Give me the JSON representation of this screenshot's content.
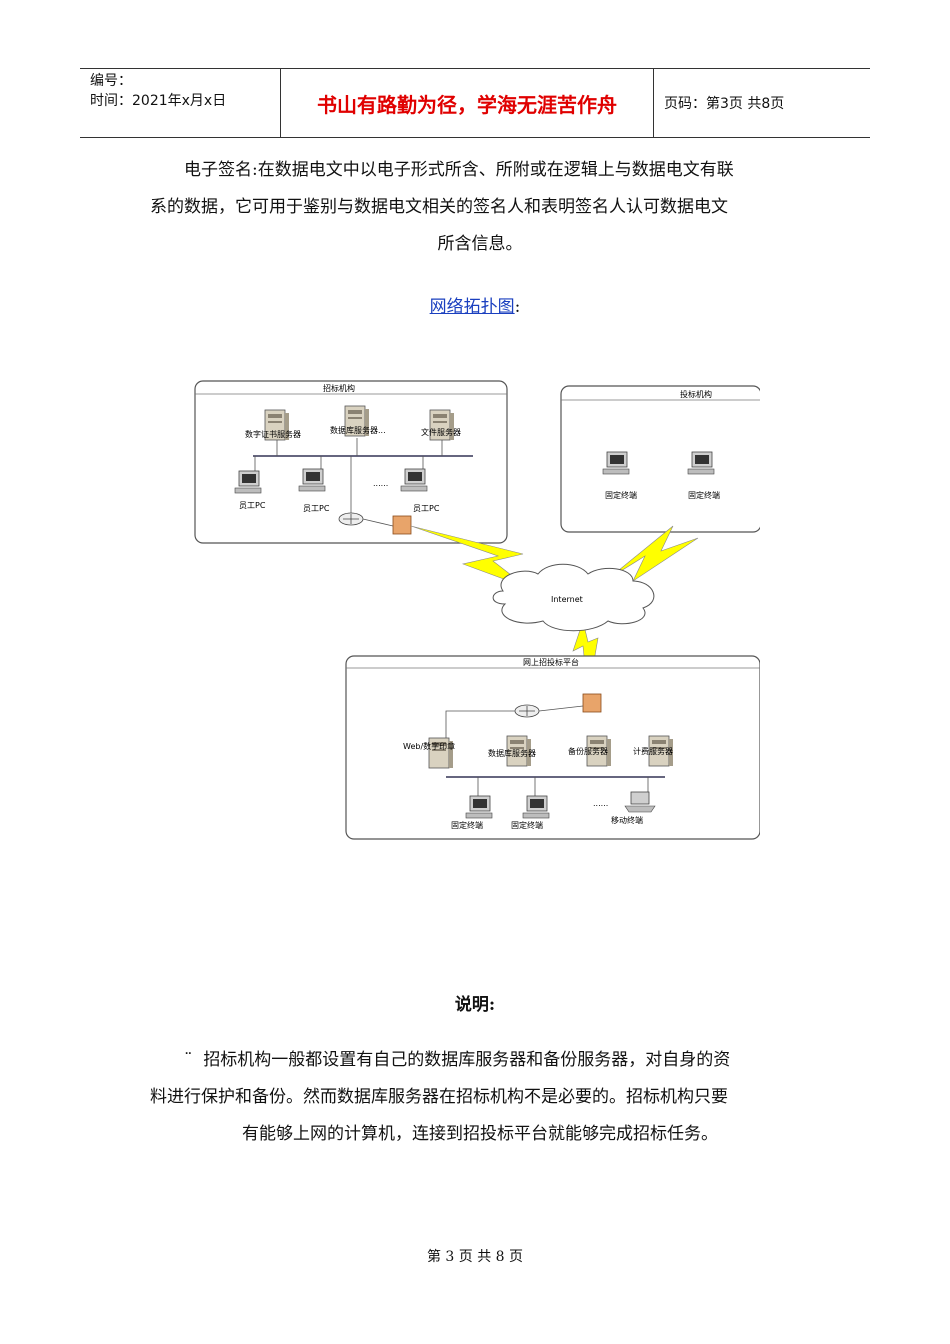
{
  "header": {
    "number_label": "编号：",
    "time_label": "时间：2021年x月x日",
    "motto": "书山有路勤为径，学海无涯苦作舟",
    "page_info": "页码：第3页  共8页"
  },
  "definition": {
    "line1": "电子签名:在数据电文中以电子形式所含、所附或在逻辑上与数据电文有联",
    "line2": "系的数据，它可用于鉴别与数据电文相关的签名人和表明签名人认可数据电文",
    "line3": "所含信息。"
  },
  "topology_title": "网络拓扑图",
  "topology_colon": ":",
  "diagram": {
    "tender_org": "招标机构",
    "bid_org": "投标机构",
    "platform": "网上招投标平台",
    "internet": "Internet",
    "server_digital_cert": "数字证书服务器",
    "server_db": "数据库服务器...",
    "server_file": "文件服务器",
    "staff_pc": "员工PC",
    "ellipsis": "......",
    "fixed_terminal": "固定终端",
    "mobile_terminal": "移动终端",
    "web_server": "Web/数字印章",
    "db_server": "数据库服务器",
    "backup_server": "备份服务器",
    "billing_server": "计费服务器"
  },
  "note_title": "说明:",
  "note": {
    "bullet": "¨",
    "line1": "招标机构一般都设置有自己的数据库服务器和备份服务器，对自身的资",
    "line2": "料进行保护和备份。然而数据库服务器在招标机构不是必要的。招标机构只要",
    "line3": "有能够上网的计算机，连接到招投标平台就能够完成招标任务。"
  },
  "footer": "第 3 页 共 8 页"
}
